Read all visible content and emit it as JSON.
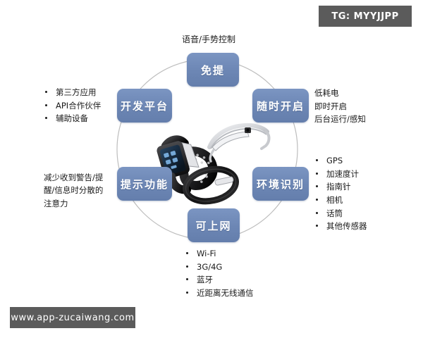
{
  "watermarks": {
    "tg": "TG: MYYJJPP",
    "url": "www.app-zucaiwang.com"
  },
  "diagram": {
    "title_voice_label": "语音/手势控制",
    "nodes": [
      {
        "id": "hands-free",
        "label": "免提",
        "position": "top"
      },
      {
        "id": "always-on",
        "label": "随时开启",
        "position": "top-right"
      },
      {
        "id": "context",
        "label": "环境识别",
        "position": "bottom-right"
      },
      {
        "id": "web",
        "label": "可上网",
        "position": "bottom"
      },
      {
        "id": "notify",
        "label": "提示功能",
        "position": "bottom-left"
      },
      {
        "id": "platform",
        "label": "开发平台",
        "position": "top-left"
      }
    ],
    "node_color": "#6c86b4",
    "ring_color": "#b9b9b9",
    "annotations": {
      "platform_bullets": [
        "第三方应用",
        "API合作伙伴",
        "辅助设备"
      ],
      "always_on_lines": [
        "低耗电",
        "即时开启",
        "后台运行/感知"
      ],
      "sensor_bullets": [
        "GPS",
        "加速度计",
        "指南针",
        "相机",
        "话筒",
        "其他传感器"
      ],
      "network_bullets": [
        "Wi-Fi",
        "3G/4G",
        "蓝牙",
        "近距离无线通信"
      ],
      "notify_text": "减少收到警告/提\n醒/信息时分散的\n注意力"
    },
    "center_devices": [
      "smartwatch",
      "smart-glasses",
      "fitness-band"
    ]
  }
}
